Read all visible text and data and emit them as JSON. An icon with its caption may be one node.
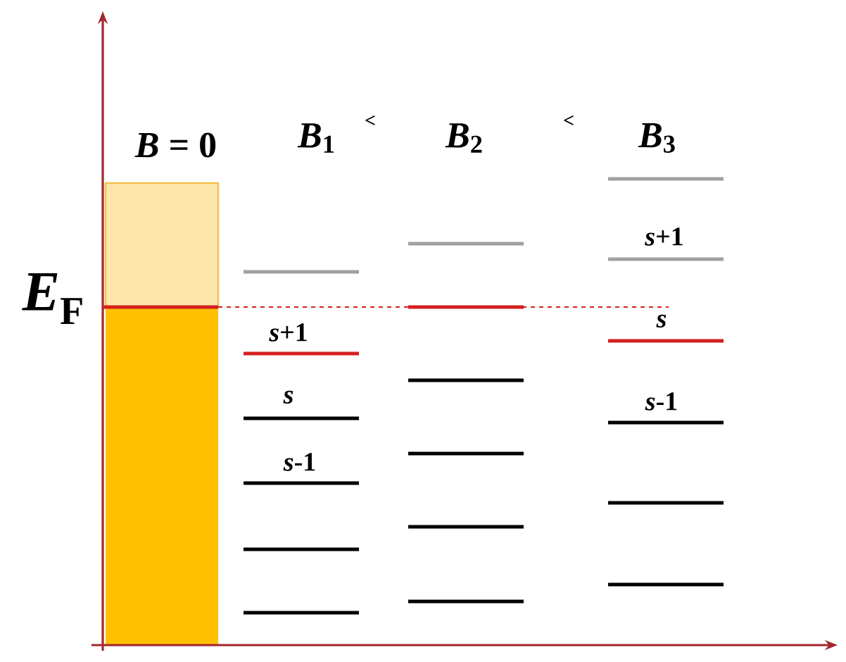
{
  "diagram": {
    "labels": [
      "*B* = 0",
      "*B*$_{1}$",
      "<",
      "*B*$_{2}$",
      "<",
      "*B*$_{3}$",
      "*s*+1",
      "*E*$_{F}$",
      "*s*+1",
      "*s*",
      "*s*",
      "*s*-1",
      "*s*-1"
    ]
  }
}
